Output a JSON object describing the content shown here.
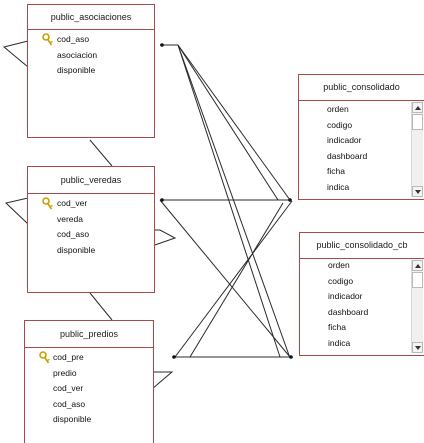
{
  "colors": {
    "table_border": "#a84a4a",
    "relationship_line": "#2a2a2a"
  },
  "tables": {
    "asociaciones": {
      "title": "public_asociaciones",
      "fields": [
        {
          "name": "cod_aso",
          "primary_key": true
        },
        {
          "name": "asociacion",
          "primary_key": false
        },
        {
          "name": "disponible",
          "primary_key": false
        }
      ]
    },
    "veredas": {
      "title": "public_veredas",
      "fields": [
        {
          "name": "cod_ver",
          "primary_key": true
        },
        {
          "name": "vereda",
          "primary_key": false
        },
        {
          "name": "cod_aso",
          "primary_key": false
        },
        {
          "name": "disponible",
          "primary_key": false
        }
      ]
    },
    "predios": {
      "title": "public_predios",
      "fields": [
        {
          "name": "cod_pre",
          "primary_key": true
        },
        {
          "name": "predio",
          "primary_key": false
        },
        {
          "name": "cod_ver",
          "primary_key": false
        },
        {
          "name": "cod_aso",
          "primary_key": false
        },
        {
          "name": "disponible",
          "primary_key": false
        }
      ]
    },
    "consolidado": {
      "title": "public_consolidado",
      "fields": [
        {
          "name": "orden"
        },
        {
          "name": "codigo"
        },
        {
          "name": "indicador"
        },
        {
          "name": "dashboard"
        },
        {
          "name": "ficha"
        },
        {
          "name": "indica"
        }
      ]
    },
    "consolidado_cb": {
      "title": "public_consolidado_cb",
      "fields": [
        {
          "name": "orden"
        },
        {
          "name": "codigo"
        },
        {
          "name": "indicador"
        },
        {
          "name": "dashboard"
        },
        {
          "name": "ficha"
        },
        {
          "name": "indica"
        }
      ]
    }
  }
}
